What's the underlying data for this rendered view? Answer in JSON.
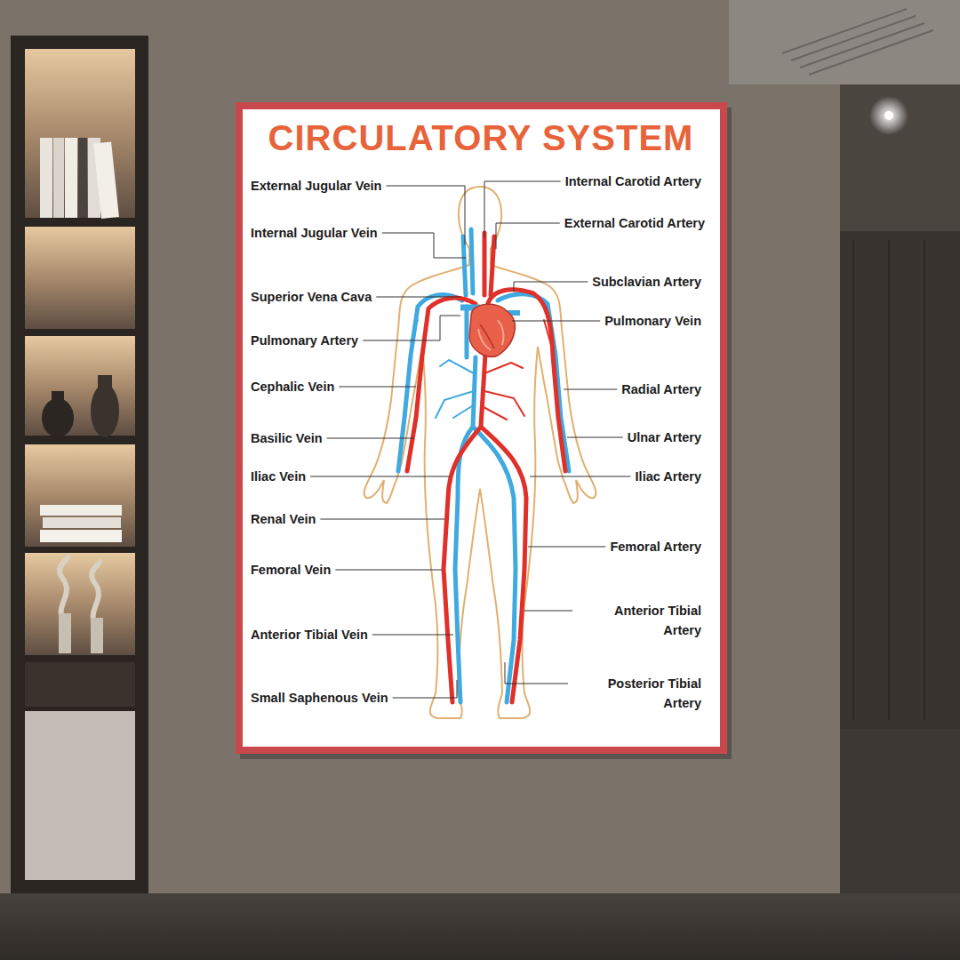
{
  "diagram": {
    "title": "CIRCULATORY SYSTEM",
    "labels": [
      "External Jugular Vein",
      "Internal Jugular Vein",
      "Superior Vena Cava",
      "Pulmonary Artery",
      "Cephalic Vein",
      "Basilic Vein",
      "Iliac Vein",
      "Renal Vein",
      "Femoral Vein",
      "Anterior Tibial Vein",
      "Small Saphenous Vein",
      "Internal Carotid Artery",
      "External Carotid Artery",
      "Subclavian Artery",
      "Pulmonary Vein",
      "Radial Artery",
      "Ulnar Artery",
      "Iliac Artery",
      "Femoral Artery",
      "Anterior Tibial Artery",
      "Posterior Tibial Artery"
    ]
  }
}
